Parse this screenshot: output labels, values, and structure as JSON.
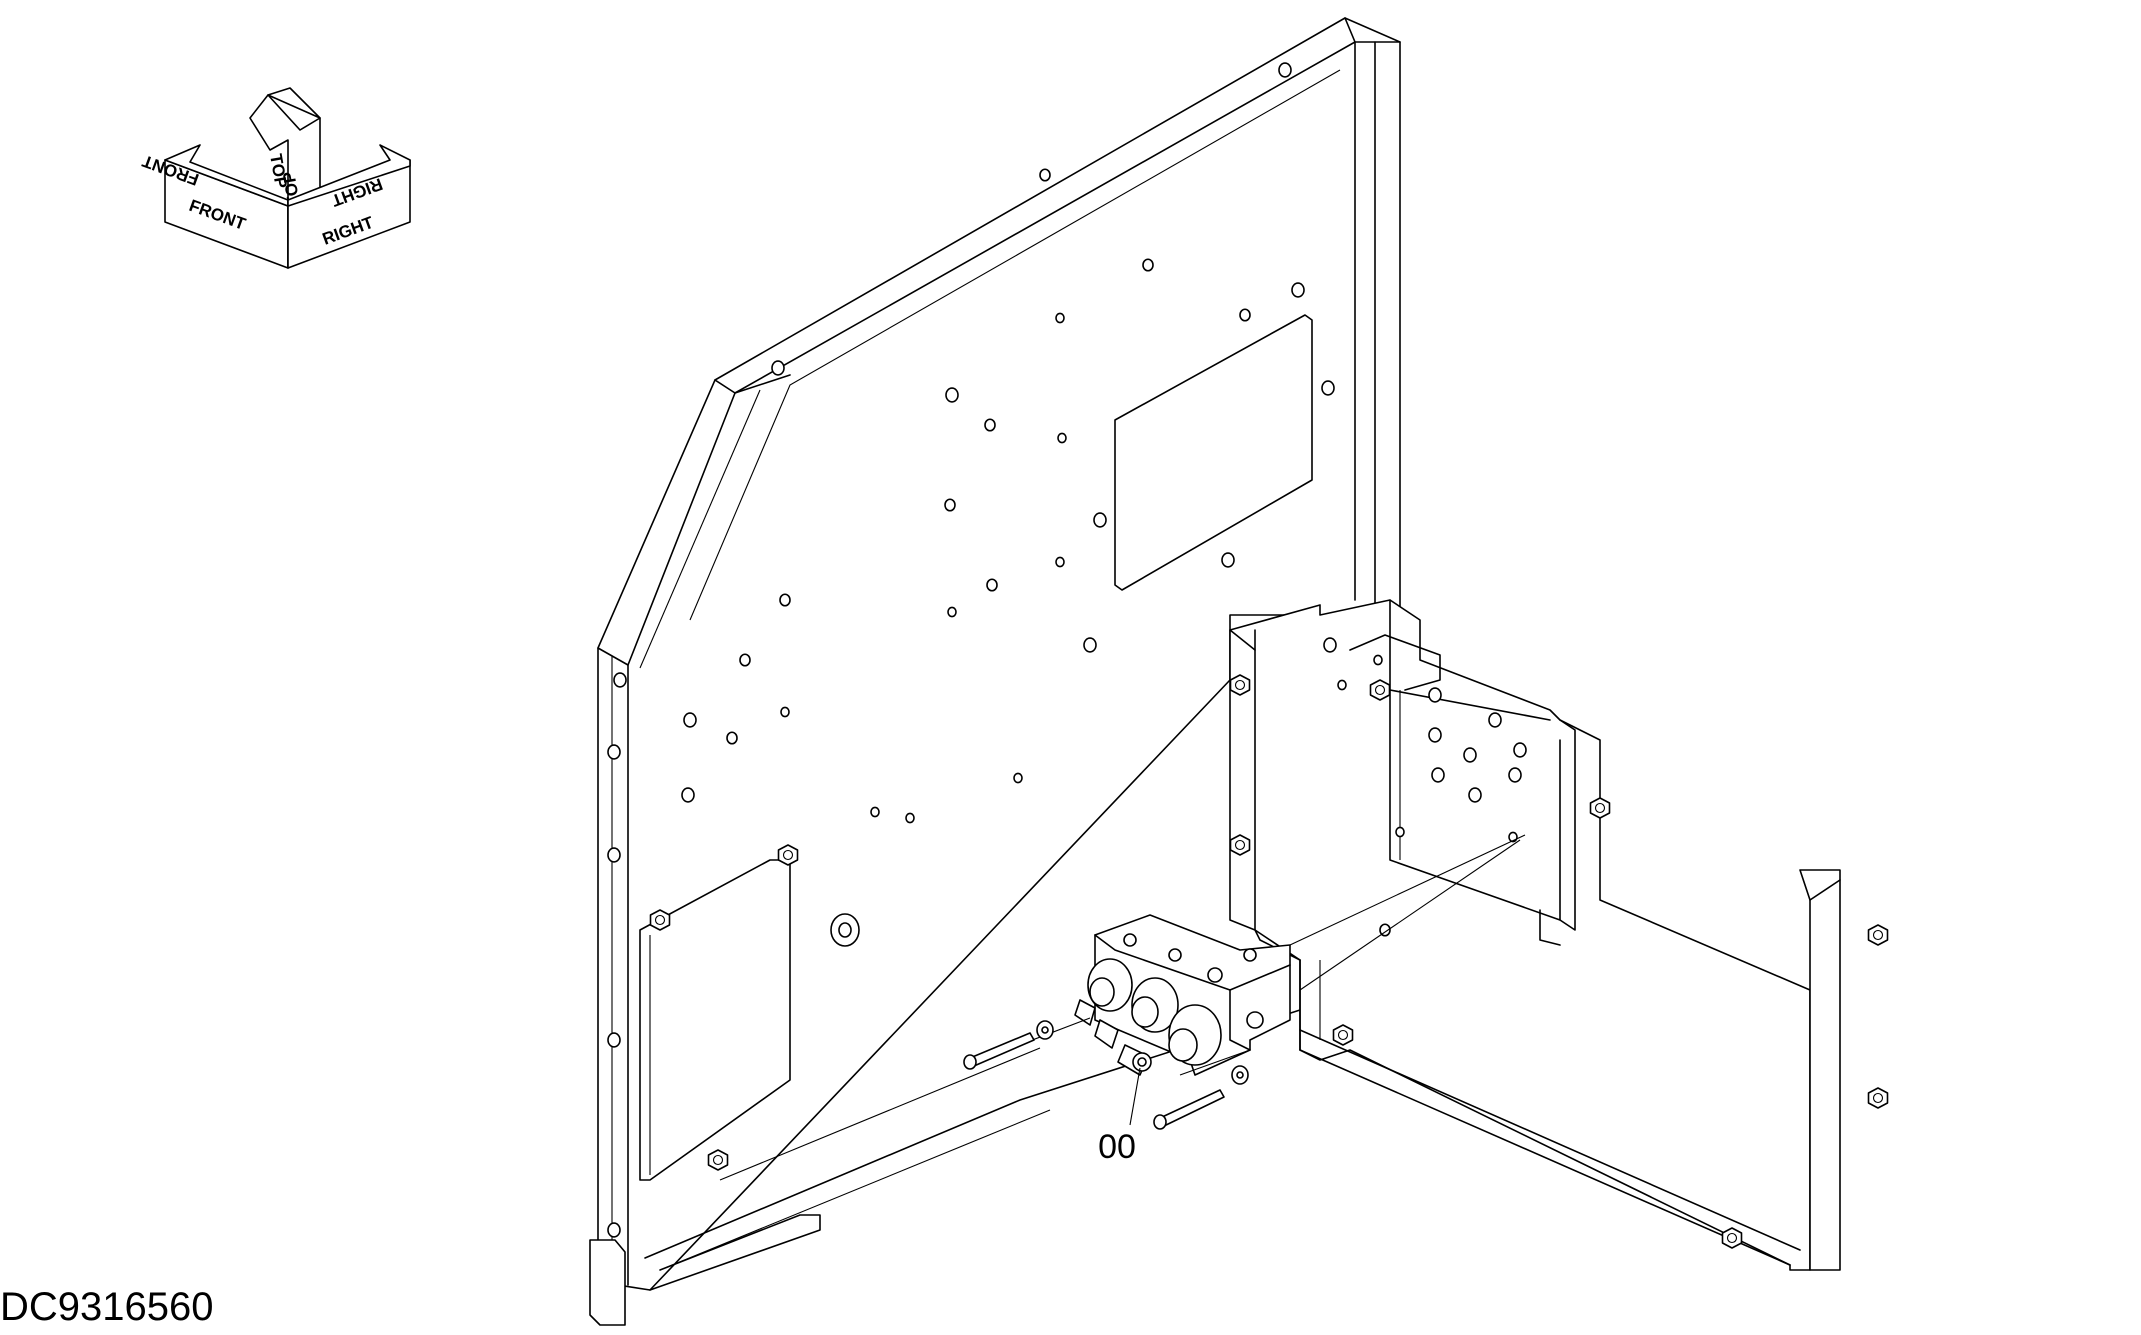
{
  "orientation": {
    "labels": [
      "FRONT",
      "TOP",
      "RIGHT"
    ]
  },
  "callouts": [
    {
      "text": "00"
    }
  ],
  "drawing_number": "DC9316560"
}
